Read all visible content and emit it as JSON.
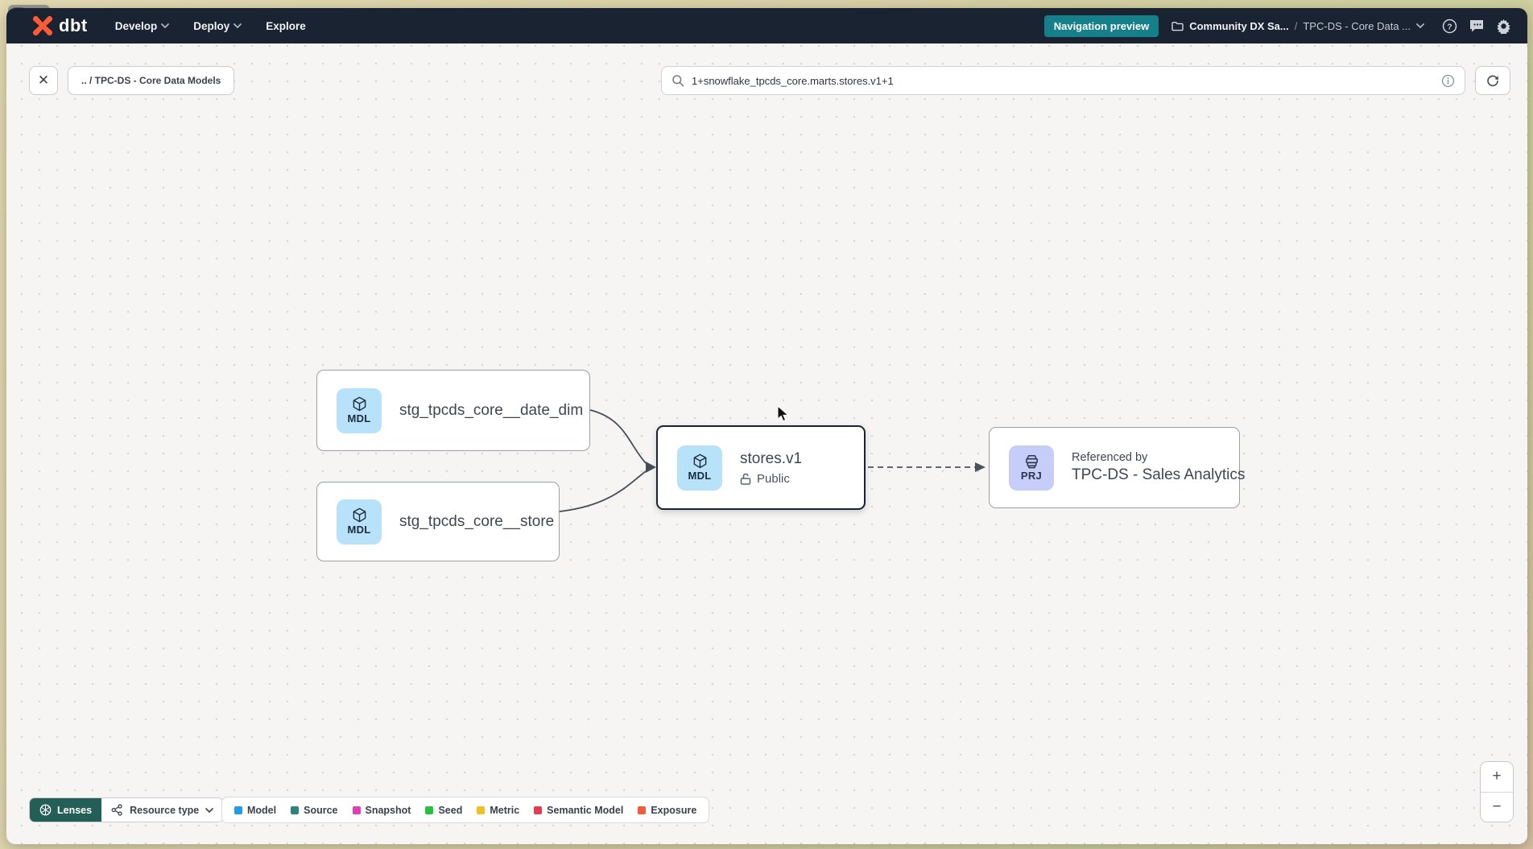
{
  "icons": {
    "close": "✕"
  },
  "navbar": {
    "logo_text": "dbt",
    "menus": [
      {
        "label": "Develop"
      },
      {
        "label": "Deploy"
      },
      {
        "label": "Explore"
      }
    ],
    "preview_badge": "Navigation preview",
    "breadcrumb": {
      "project": "Community DX Sa...",
      "separator": "/",
      "page": "TPC-DS - Core Data ..."
    }
  },
  "toolbar": {
    "back_breadcrumb": ".. / TPC-DS - Core Data Models",
    "search": {
      "value": "1+snowflake_tpcds_core.marts.stores.v1+1"
    }
  },
  "graph": {
    "nodes": [
      {
        "badge": "MDL",
        "label": "stg_tpcds_core__date_dim"
      },
      {
        "badge": "MDL",
        "label": "stg_tpcds_core__store"
      },
      {
        "badge": "MDL",
        "label": "stores.v1",
        "access": "Public"
      },
      {
        "badge": "PRJ",
        "title": "Referenced by",
        "label": "TPC-DS - Sales Analytics"
      }
    ]
  },
  "footer": {
    "lenses_label": "Lenses",
    "resource_type_label": "Resource type",
    "legend": [
      {
        "label": "Model",
        "color": "#1f9ce2"
      },
      {
        "label": "Source",
        "color": "#2e837e"
      },
      {
        "label": "Snapshot",
        "color": "#df3eb9"
      },
      {
        "label": "Seed",
        "color": "#27c03f"
      },
      {
        "label": "Metric",
        "color": "#eec223"
      },
      {
        "label": "Semantic Model",
        "color": "#e93a55"
      },
      {
        "label": "Exposure",
        "color": "#ef5b3b"
      }
    ],
    "zoom_in": "+",
    "zoom_out": "−"
  }
}
